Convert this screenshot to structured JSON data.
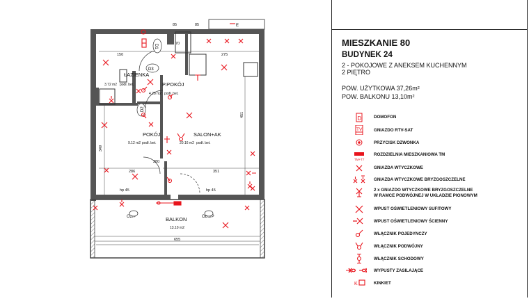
{
  "header": {
    "title": "MIESZKANIE 80",
    "building": "BUDYNEK 24",
    "type": "2 - POKOJOWE Z ANEKSEM KUCHENNYM",
    "floor": "2 PIĘTRO"
  },
  "areas": {
    "usable": "POW. UŻYTKOWA 37,26m²",
    "balcony": "POW. BALKONU 13,10m²"
  },
  "legend": [
    {
      "icon": "intercom-icon",
      "label": "DOMOFON"
    },
    {
      "icon": "tv-socket-icon",
      "label": "GNIAZDO RTV-SAT"
    },
    {
      "icon": "doorbell-button-icon",
      "label": "PRZYCISK DZWONKA"
    },
    {
      "icon": "distribution-board-icon",
      "label": "ROZDZIELNIA MIESZKANIOWA TM"
    },
    {
      "icon": "socket-icon",
      "label": "GNIAZDA WTYCZKOWE"
    },
    {
      "icon": "splashproof-socket-icon",
      "label": "GNIAZDA WTYCZKOWE BRYZGOSZCZELNE"
    },
    {
      "icon": "double-splashproof-socket-icon",
      "label": "2 x GNIAZDO WTYCZKOWE BRYZGOSZCZELNE\nW RAMCE PODWÓJNEJ W UKŁADZIE PIONOWYM"
    },
    {
      "icon": "ceiling-light-outlet-icon",
      "label": "WPUST OŚWIETLENIOWY SUFITOWY"
    },
    {
      "icon": "wall-light-outlet-icon",
      "label": "WPUST OŚWIETLENIOWY ŚCIENNY"
    },
    {
      "icon": "single-switch-icon",
      "label": "WŁĄCZNIK POJEDYNCZY"
    },
    {
      "icon": "double-switch-icon",
      "label": "WŁĄCZNIK PODWÓJNY"
    },
    {
      "icon": "staircase-switch-icon",
      "label": "WŁĄCZNIK SCHODOWY"
    },
    {
      "icon": "power-outlet-icon",
      "label": "WYPUSTY ZASILAJĄCE"
    },
    {
      "icon": "kinkiet-icon",
      "label": "KINKIET"
    }
  ],
  "legend_extra": {
    "tm_code": "TM+T7"
  },
  "rooms": [
    {
      "name": "ŁAZIENKA",
      "area": "3.72 m2",
      "floor": "podł. bet."
    },
    {
      "name": "P.POKÓJ",
      "area": "4.28 m2",
      "floor": "podł. bet."
    },
    {
      "name": "POKÓJ",
      "area": "9.12 m2",
      "floor": "podł. bet."
    },
    {
      "name": "SALON+AK",
      "area": "20.16 m2",
      "floor": "podł. bet."
    },
    {
      "name": "BALKON",
      "area": "13.10 m2",
      "floor": ""
    }
  ],
  "plan_labels": {
    "door_d1": "D1",
    "door_d2": "D2",
    "door_d3": "D3",
    "door_e": "E",
    "ob2p": "O2/P",
    "ob1p": "OB1/P",
    "hp1": "hp 45",
    "hp2": "hp 45",
    "dims": [
      "150",
      "275",
      "286",
      "351",
      "655",
      "349",
      "451",
      "85",
      "85",
      "280",
      "70"
    ]
  },
  "colors": {
    "red": "#e8141c",
    "wall": "#555555",
    "ink": "#111111"
  }
}
